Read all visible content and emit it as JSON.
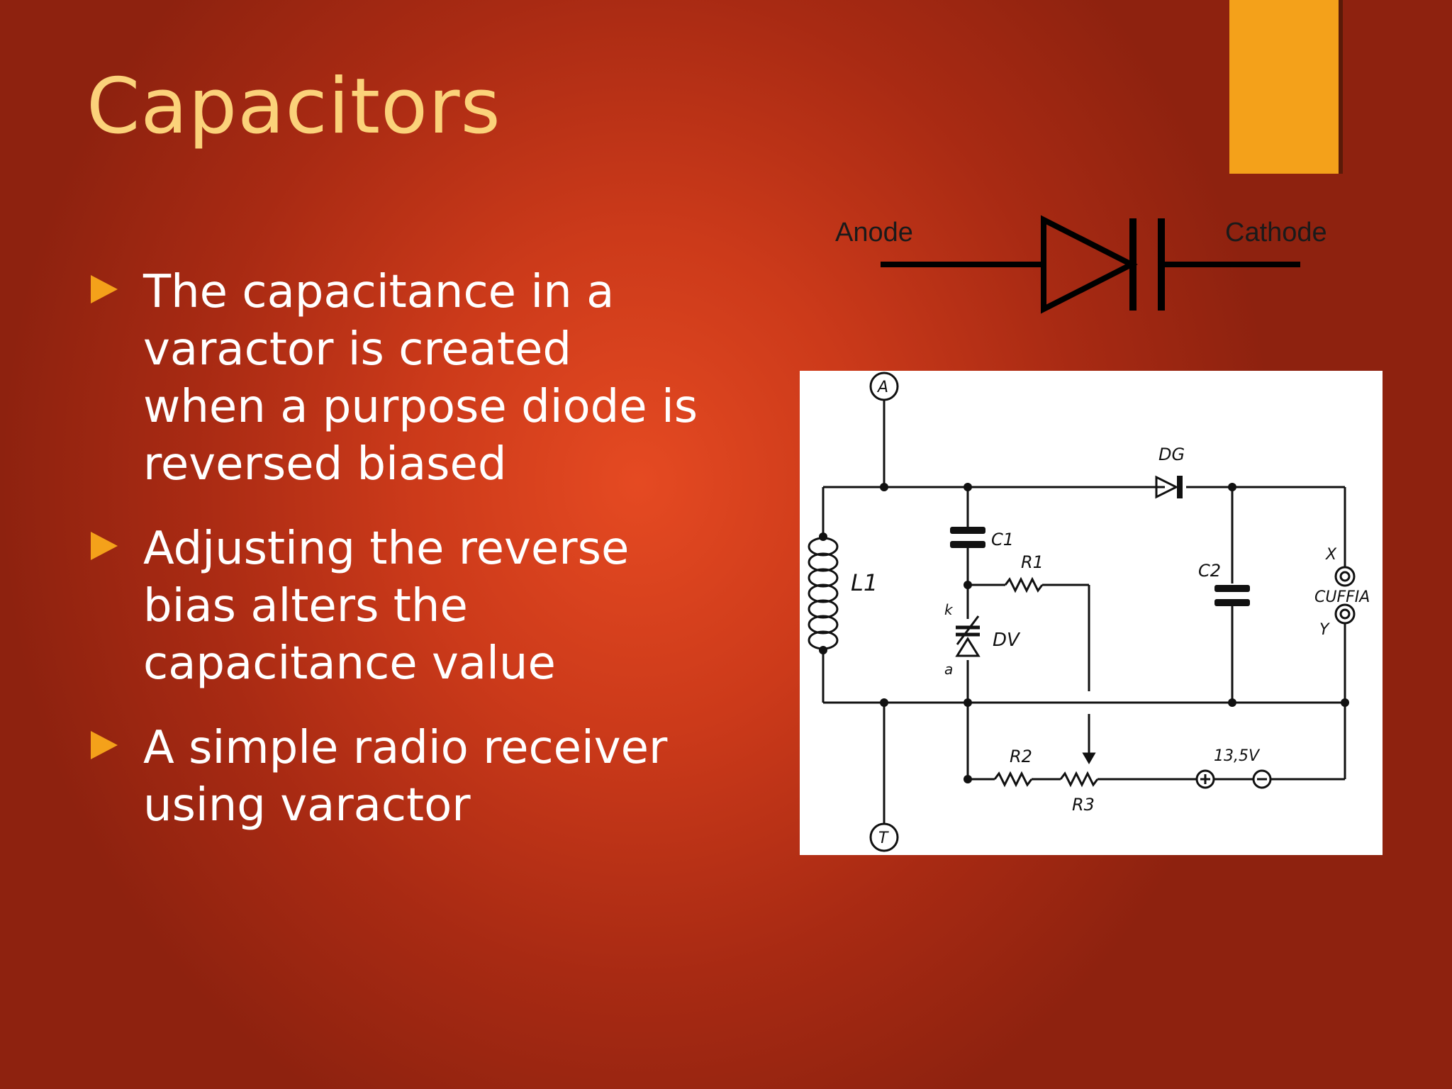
{
  "slide": {
    "title": "Capacitors",
    "bullets": [
      "The capacitance in a varactor is created when a purpose diode is reversed biased",
      "Adjusting the reverse bias alters the capacitance value",
      "A simple radio receiver using varactor"
    ]
  },
  "diode_symbol": {
    "anode_label": "Anode",
    "cathode_label": "Cathode"
  },
  "circuit": {
    "node_a": "A",
    "node_t": "T",
    "inductor": "L1",
    "capacitor1": "C1",
    "capacitor2": "C2",
    "resistor1": "R1",
    "resistor2": "R2",
    "resistor3": "R3",
    "diode": "DG",
    "varactor": "DV",
    "varactor_k": "k",
    "varactor_a": "a",
    "headphone": "CUFFIA",
    "terminal_x": "X",
    "terminal_y": "Y",
    "voltage": "13,5V"
  },
  "colors": {
    "title": "#fbd27a",
    "accent": "#f4a11a",
    "text": "#ffffff"
  }
}
